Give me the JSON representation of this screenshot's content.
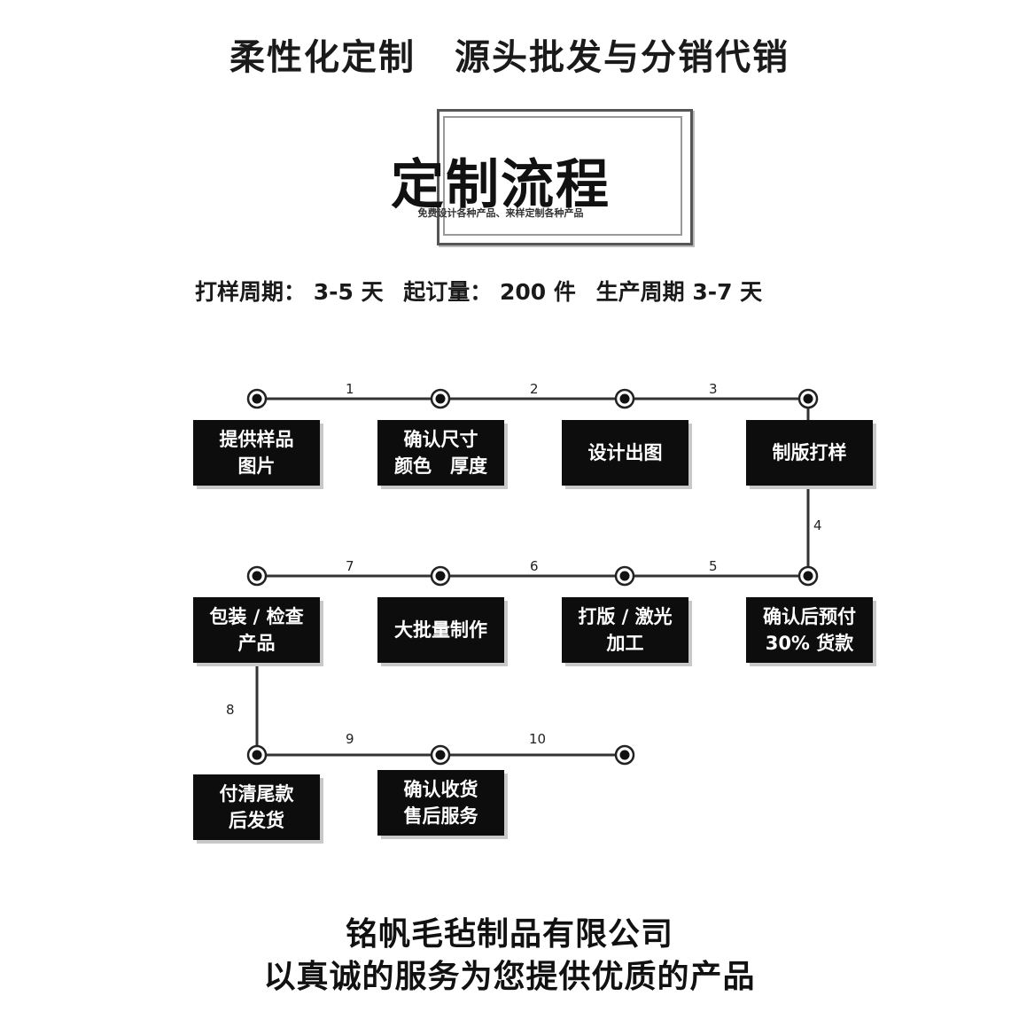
{
  "header": {
    "left_text": "柔性化定制",
    "right_text": "源头批发与分销代销"
  },
  "flow_title": {
    "title": "定制流程",
    "subtitle": "免费设计各种产品、来样定制各种产品"
  },
  "info": {
    "sample_cycle": "打样周期： 3-5 天",
    "moq": "起订量： 200 件",
    "production_cycle": "生产周期 3-7 天"
  },
  "steps": [
    {
      "line1": "提供样品",
      "line2": "图片"
    },
    {
      "line1": "确认尺寸",
      "line2": "颜色　厚度"
    },
    {
      "line1": "设计出图",
      "line2": ""
    },
    {
      "line1": "制版打样",
      "line2": ""
    },
    {
      "line1": "确认后预付",
      "line2": "30% 货款"
    },
    {
      "line1": "打版 / 激光",
      "line2": "加工"
    },
    {
      "line1": "大批量制作",
      "line2": ""
    },
    {
      "line1": "包装 / 检查",
      "line2": "产品"
    },
    {
      "line1": "付清尾款",
      "line2": "后发货"
    },
    {
      "line1": "确认收货",
      "line2": "售后服务"
    }
  ],
  "connector_numbers": [
    "1",
    "2",
    "3",
    "4",
    "5",
    "6",
    "7",
    "8",
    "9",
    "10"
  ],
  "footer": {
    "company": "铭帆毛毡制品有限公司",
    "slogan": "以真诚的服务为您提供优质的产品"
  }
}
